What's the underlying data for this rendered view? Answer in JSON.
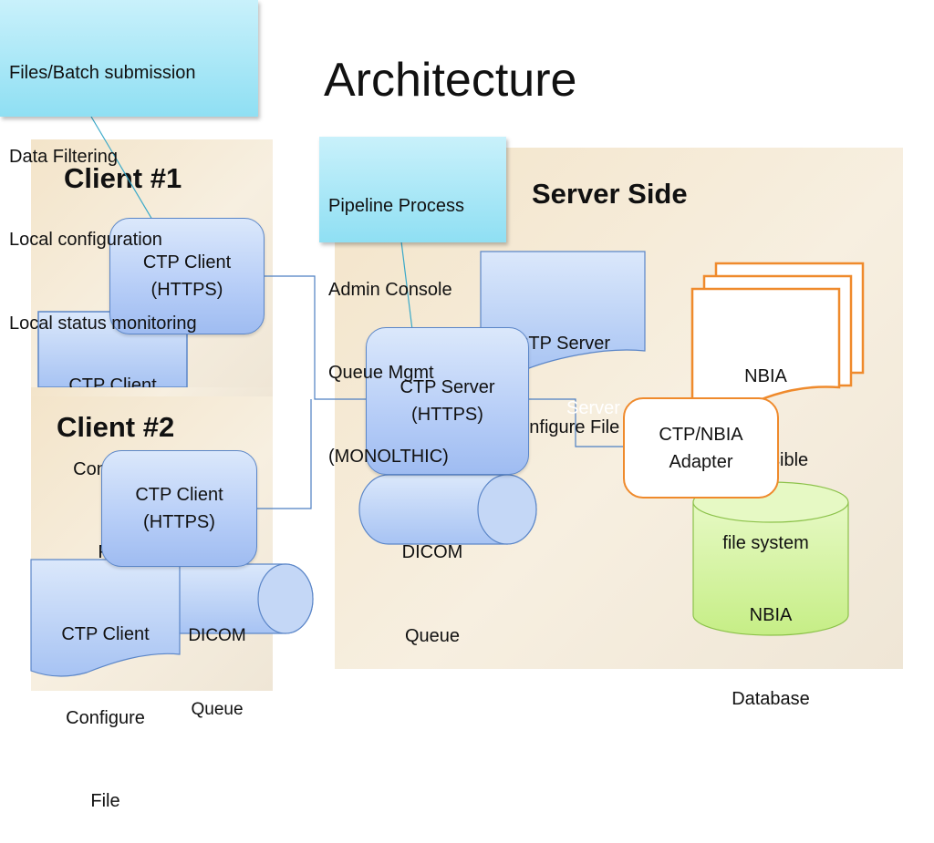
{
  "title": "Architecture",
  "client_callout": [
    "Files/Batch submission",
    "Data Filtering",
    "Local configuration",
    "Local status monitoring"
  ],
  "server_callout": [
    "Pipeline Process",
    "Admin Console",
    "Queue Mgmt",
    "(MONOLTHIC)"
  ],
  "client1": {
    "header": "Client #1",
    "box_lines": [
      "CTP Client",
      "(HTTPS)"
    ],
    "doc_lines": [
      "CTP Client",
      "Configure",
      "File"
    ]
  },
  "client2": {
    "header": "Client #2",
    "box_lines": [
      "CTP Client",
      "(HTTPS)"
    ],
    "doc_lines": [
      "CTP Client",
      "Configure",
      "File"
    ],
    "queue_lines": [
      "DICOM",
      "Queue"
    ]
  },
  "server": {
    "header": "Server Side",
    "box_lines": [
      "CTP Server",
      "(HTTPS)"
    ],
    "config_lines": [
      "CTP Server",
      "Configure File"
    ],
    "queue_lines": [
      "DICOM",
      "Queue"
    ],
    "hidden_label": "Server"
  },
  "nbia": {
    "fs_lines": [
      "NBIA",
      "accessible",
      "file system"
    ],
    "adapter_lines": [
      "CTP/NBIA",
      "Adapter"
    ],
    "db_lines": [
      "NBIA",
      "Database"
    ]
  },
  "colors": {
    "callout": "#8fdff3",
    "blue_fill": "#b6cdf7",
    "blue_border": "#5b86c8",
    "orange": "#ef8a2c",
    "db_green": "#cdf28e",
    "panel": "#f3e4c9"
  }
}
